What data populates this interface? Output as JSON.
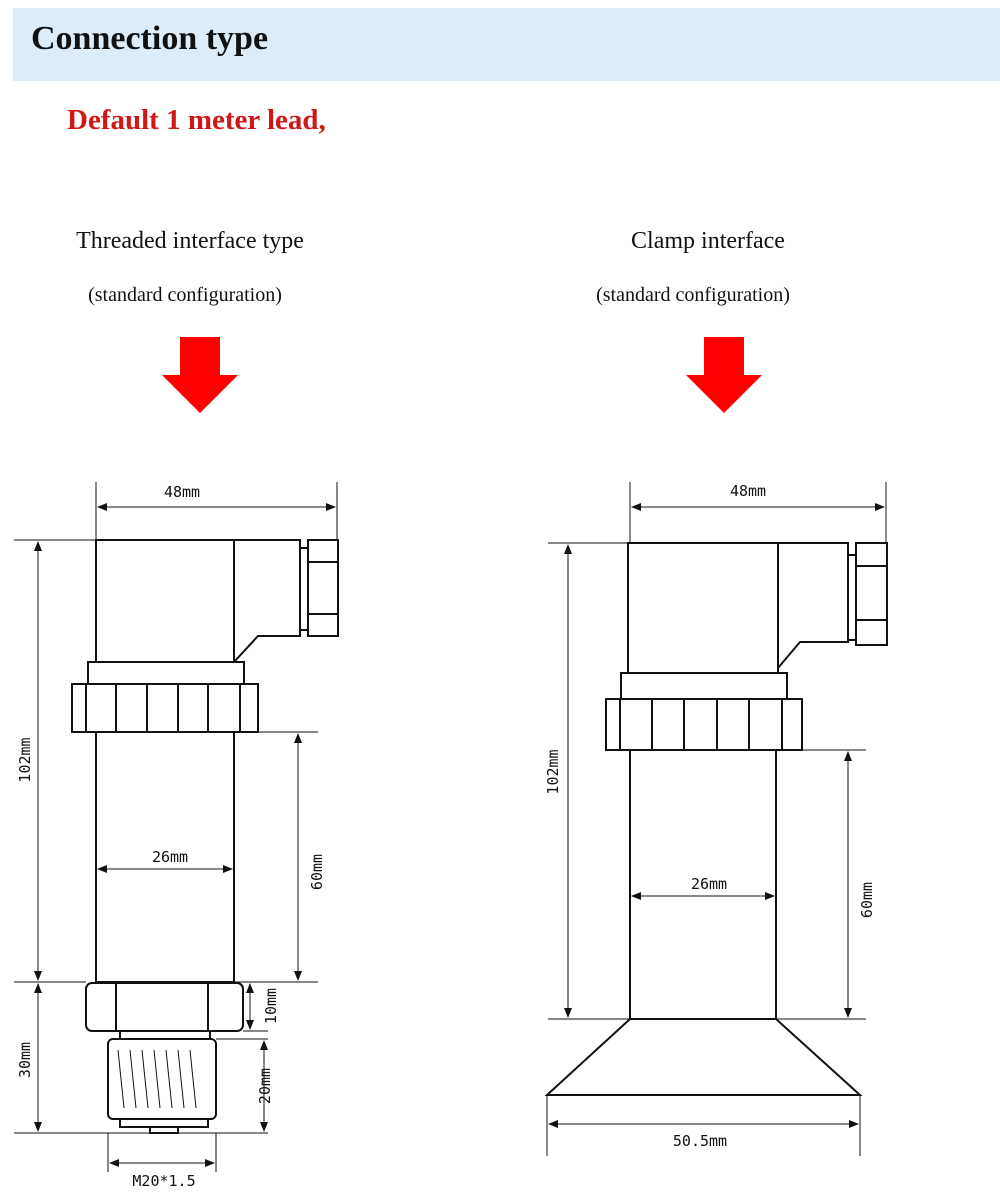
{
  "header": {
    "title": "Connection type"
  },
  "note": "Default 1 meter lead,",
  "left": {
    "title": "Threaded interface type",
    "subtitle": "(standard configuration)",
    "dims": {
      "width": "48mm",
      "height": "102mm",
      "body": "26mm",
      "length": "60mm",
      "nut": "10mm",
      "bottom": "30mm",
      "thread_len": "20mm",
      "thread": "M20*1.5"
    }
  },
  "right": {
    "title": "Clamp interface",
    "subtitle": "(standard configuration)",
    "dims": {
      "width": "48mm",
      "height": "102mm",
      "body": "26mm",
      "length": "60mm",
      "clamp": "50.5mm"
    }
  },
  "colors": {
    "header_bg": "#dcedf9",
    "accent": "#d01818",
    "arrow": "#ff0000"
  }
}
